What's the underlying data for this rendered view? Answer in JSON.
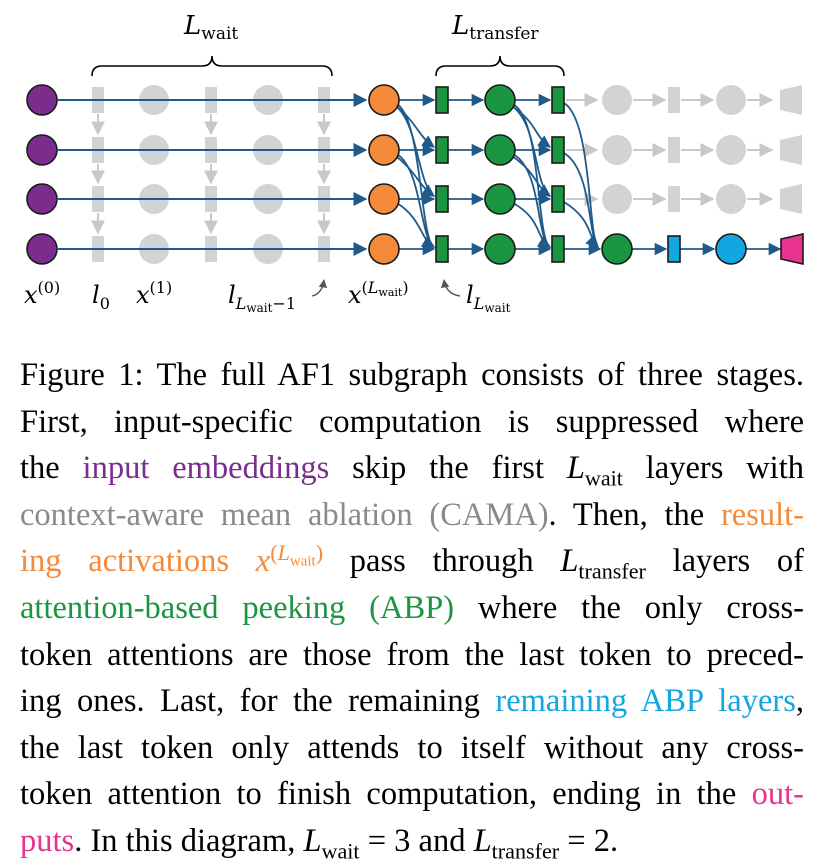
{
  "figure": {
    "brace_wait_label_base": "L",
    "brace_wait_label_sub": "wait",
    "brace_transfer_label_base": "L",
    "brace_transfer_label_sub": "transfer",
    "labels": {
      "x0_base": "x",
      "x0_sup": "(0)",
      "l0_base": "l",
      "l0_sub": "0",
      "x1_base": "x",
      "x1_sup": "(1)",
      "lwait_base": "l",
      "lwait_sub": "L",
      "lwait_subsub": "wait",
      "lwait_suffix": "−1",
      "xwait_base": "x",
      "xwait_sup_open": "(",
      "xwait_sup_L": "L",
      "xwait_sup_sub": "wait",
      "xwait_sup_close": ")",
      "llwait_base": "l",
      "llwait_sub": "L",
      "llwait_subsub": "wait"
    },
    "colors": {
      "purple": "#7b2d8e",
      "gray": "#d3d3d3",
      "orange": "#f58a3a",
      "green": "#1a9641",
      "blue": "#12a7e0",
      "pink": "#e8338f",
      "arrow": "#1f5a8a"
    }
  },
  "caption": {
    "l1": "Figure 1: The full AF1 subgraph consists of three stages.",
    "l2": "First, input-specific computation is suppressed where",
    "l3a": "the ",
    "l3b": "input embeddings",
    "l3c": " skip the first ",
    "l3m": "L",
    "l3s": "wait",
    "l3d": " layers with",
    "l4a": "context-aware mean ablation (CAMA)",
    "l4b": ". Then, the ",
    "l4c": "result-",
    "l5a": "ing activations ",
    "l5m": "x",
    "l5sup_open": "(",
    "l5supL": "L",
    "l5supsub": "wait",
    "l5sup_close": ")",
    "l5b": " pass through ",
    "l5m2": "L",
    "l5s2": "transfer",
    "l5c": " layers of",
    "l6a": "attention-based peeking (ABP)",
    "l6b": " where the only cross-",
    "l7": "token attentions are those from the last token to preced-",
    "l8a": "ing ones. Last, for the remaining ",
    "l8b": "remaining ABP layers",
    "l8c": ",",
    "l9": "the last token only attends to itself without any cross-",
    "l10a": "token attention to finish computation, ending in the ",
    "l10b": "out-",
    "l11a": "puts",
    "l11b": ". In this diagram, ",
    "l11m1": "L",
    "l11s1": "wait",
    "l11c": " = 3 and ",
    "l11m2": "L",
    "l11s2": "transfer",
    "l11d": " = 2."
  }
}
